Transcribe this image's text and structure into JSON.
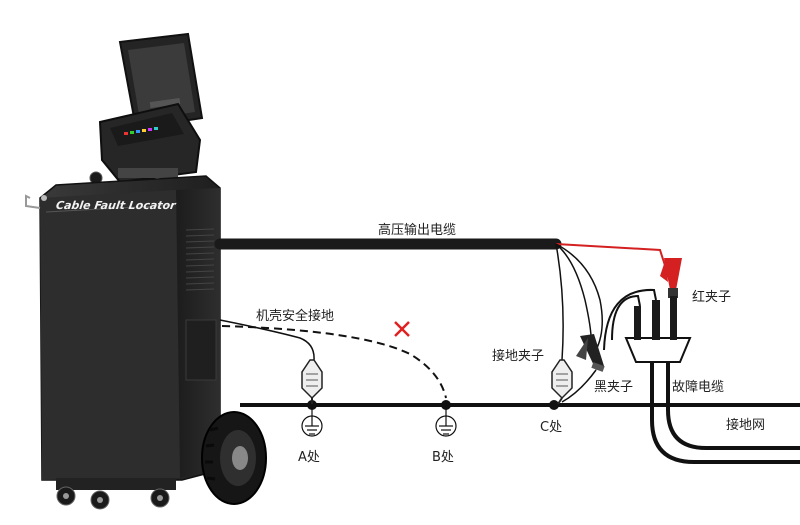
{
  "device": {
    "brand_text": "Cable Fault Locator"
  },
  "labels": {
    "hv_cable": "高压输出电缆",
    "chassis_ground": "机壳安全接地",
    "ground_clamp": "接地夹子",
    "red_clamp": "红夹子",
    "black_clamp": "黑夹子",
    "fault_cable": "故障电缆",
    "ground_grid": "接地网",
    "point_a": "A处",
    "point_b": "B处",
    "point_c": "C处"
  },
  "colors": {
    "device_body": "#2a2a2a",
    "hv_cable": "#1a1a1a",
    "red_wire": "#d42020",
    "cross_mark": "#e02020"
  },
  "icons": [
    "ground-symbol-icon",
    "cross-mark-icon",
    "clamp-icon"
  ]
}
